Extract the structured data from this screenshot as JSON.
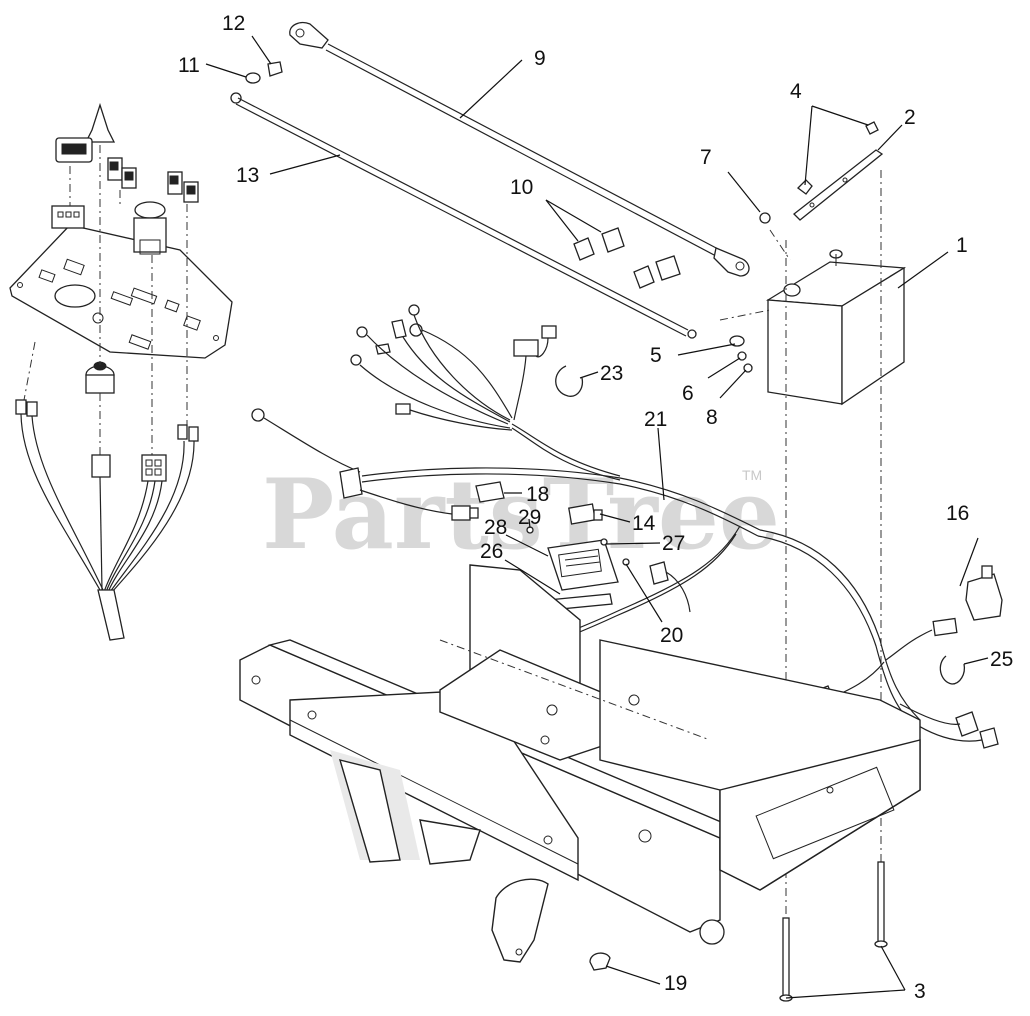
{
  "watermark": {
    "text": "PartsTree",
    "mark": "TM"
  },
  "callouts": {
    "c1": "1",
    "c2": "2",
    "c3": "3",
    "c4": "4",
    "c5": "5",
    "c6": "6",
    "c7": "7",
    "c8": "8",
    "c9": "9",
    "c10": "10",
    "c11": "11",
    "c12": "12",
    "c13": "13",
    "c14": "14",
    "c16": "16",
    "c18": "18",
    "c19": "19",
    "c20": "20",
    "c21": "21",
    "c23": "23",
    "c25": "25",
    "c26": "26",
    "c27": "27",
    "c28": "28",
    "c29": "29"
  }
}
